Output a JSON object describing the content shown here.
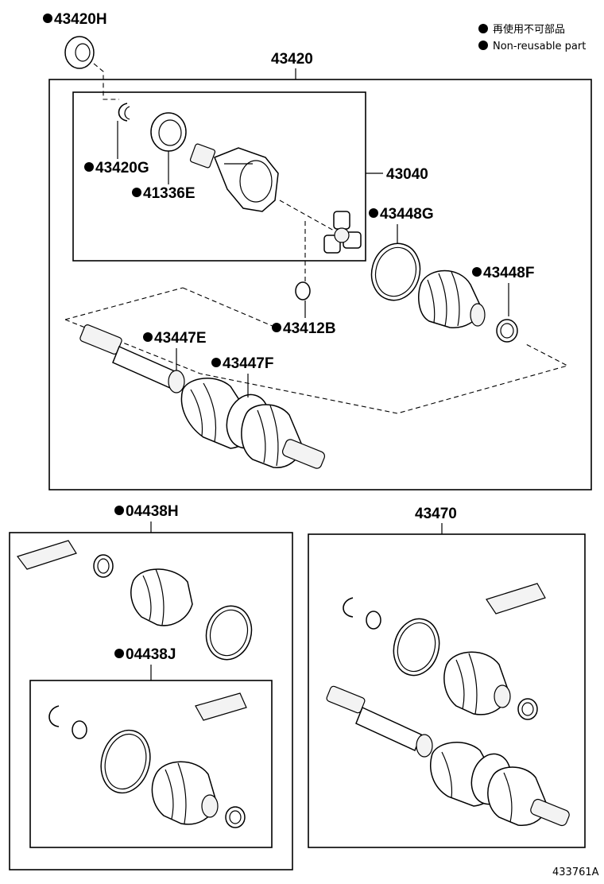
{
  "legend": {
    "jp_text": "再使用不可部品",
    "en_text": "Non-reusable part"
  },
  "labels": {
    "p43420H": "43420H",
    "p43420": "43420",
    "p43420G": "43420G",
    "p41336E": "41336E",
    "p43040": "43040",
    "p43448G": "43448G",
    "p43448F": "43448F",
    "p43412B": "43412B",
    "p43447E": "43447E",
    "p43447F": "43447F",
    "p04438H": "04438H",
    "p04438J": "04438J",
    "p43470": "43470"
  },
  "figure_id": "433761A"
}
